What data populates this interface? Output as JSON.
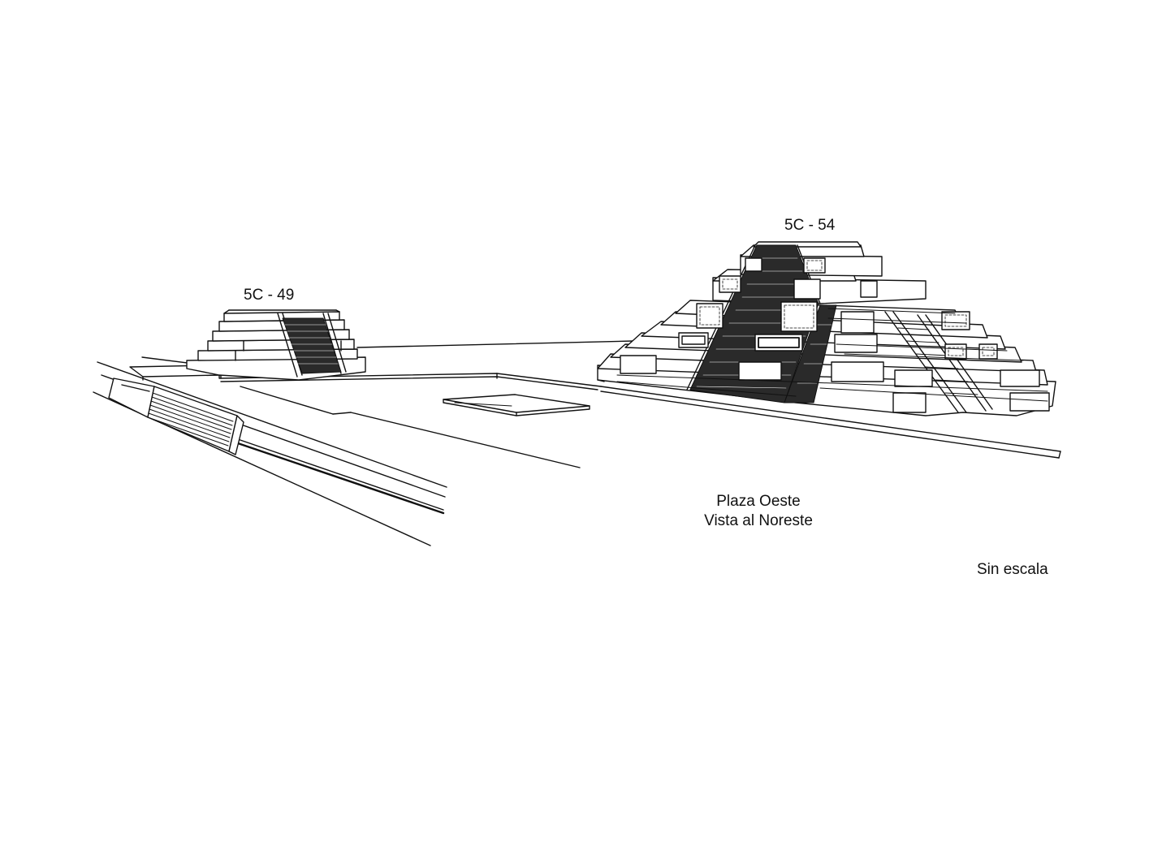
{
  "structures": {
    "left_label": "5C - 49",
    "right_label": "5C - 54"
  },
  "caption": {
    "line1": "Plaza Oeste",
    "line2": "Vista al Noreste"
  },
  "scale_note": "Sin escala",
  "colors": {
    "ink": "#111111",
    "paper": "#ffffff",
    "stair_fill": "#2a2a2a"
  }
}
